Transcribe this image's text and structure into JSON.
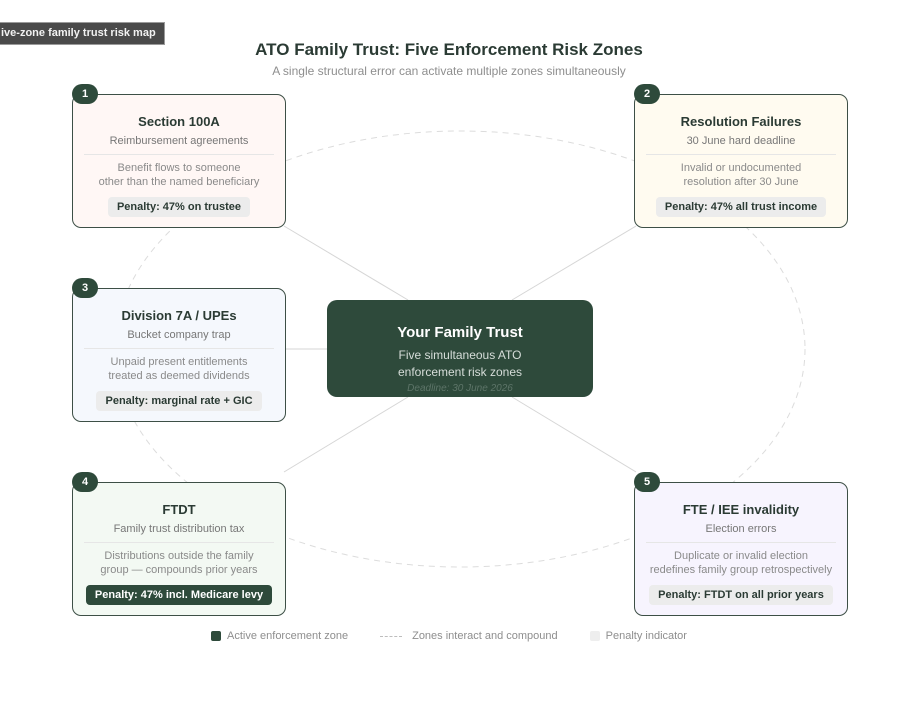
{
  "tag": "ive-zone family trust risk map",
  "title": "ATO Family Trust: Five Enforcement Risk Zones",
  "subtitle": "A single structural error can activate multiple zones simultaneously",
  "center": {
    "title": "Your Family Trust",
    "line1": "Five simultaneous ATO",
    "line2": "enforcement risk zones",
    "deadline": "Deadline: 30 June 2026"
  },
  "zones": [
    {
      "num": "1",
      "title": "Section 100A",
      "subtitle": "Reimbursement agreements",
      "desc1": "Benefit flows to someone",
      "desc2": "other than the named beneficiary",
      "penalty": "Penalty: 47% on trustee"
    },
    {
      "num": "2",
      "title": "Resolution Failures",
      "subtitle": "30 June hard deadline",
      "desc1": "Invalid or undocumented",
      "desc2": "resolution after 30 June",
      "penalty": "Penalty: 47% all trust income"
    },
    {
      "num": "3",
      "title": "Division 7A / UPEs",
      "subtitle": "Bucket company trap",
      "desc1": "Unpaid present entitlements",
      "desc2": "treated as deemed dividends",
      "penalty": "Penalty: marginal rate + GIC"
    },
    {
      "num": "4",
      "title": "FTDT",
      "subtitle": "Family trust distribution tax",
      "desc1": "Distributions outside the family",
      "desc2": "group — compounds prior years",
      "penalty": "Penalty: 47% incl. Medicare levy"
    },
    {
      "num": "5",
      "title": "FTE / IEE invalidity",
      "subtitle": "Election errors",
      "desc1": "Duplicate or invalid election",
      "desc2": "redefines family group retrospectively",
      "penalty": "Penalty: FTDT on all prior years"
    }
  ],
  "legend": {
    "active": "Active enforcement zone",
    "interact": "Zones interact and compound",
    "penalty": "Penalty indicator"
  },
  "colors": {
    "primary": "#2e4a3b",
    "zone1_bg": "#fff7f5",
    "zone2_bg": "#fffbf0",
    "zone3_bg": "#f5f8fd",
    "zone4_bg": "#f3f9f3",
    "zone5_bg": "#f7f4fe"
  }
}
